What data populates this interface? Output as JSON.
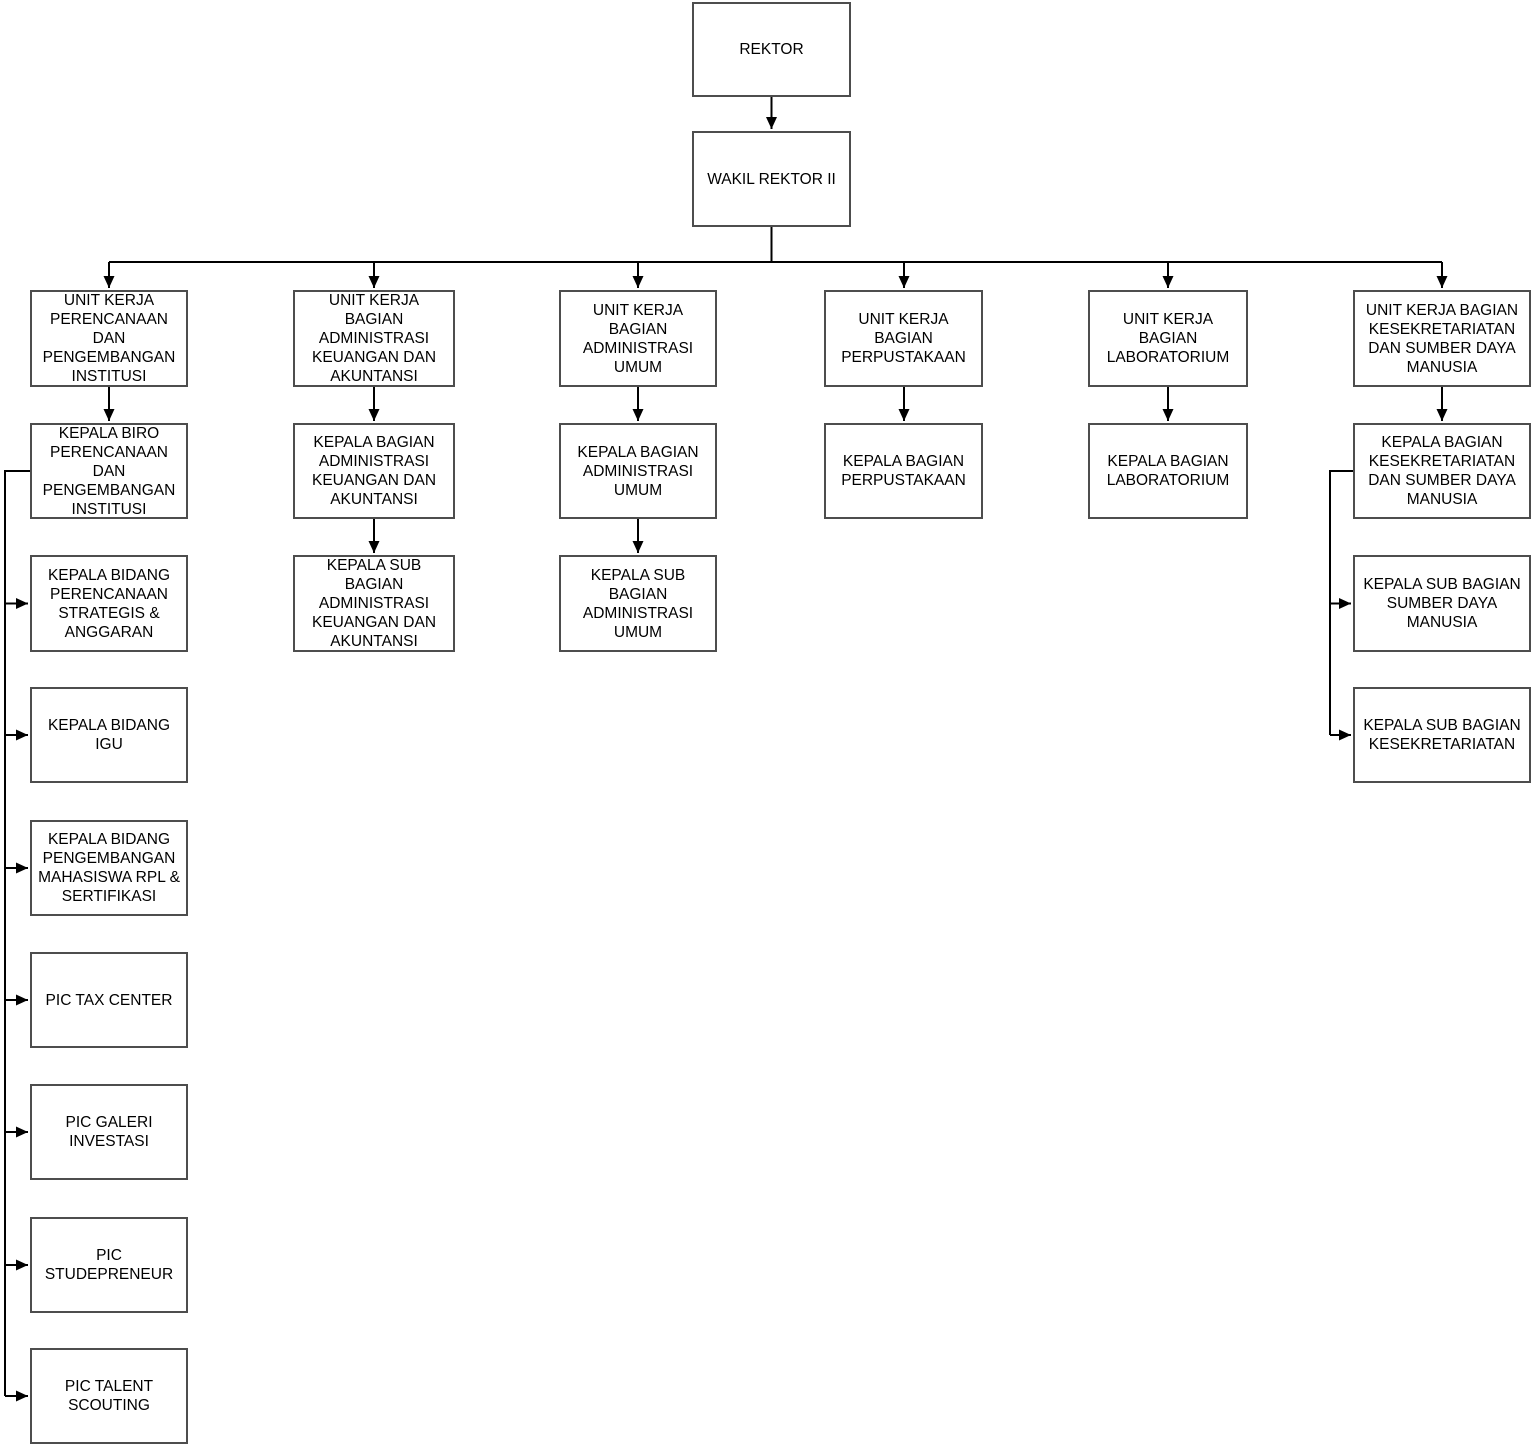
{
  "style": {
    "background": "#ffffff",
    "line_color": "#000000",
    "box_border_color": "#4d4d4d",
    "box_fill": "#ffffff",
    "text_color": "#000000"
  },
  "org": {
    "rektor": {
      "label": "REKTOR"
    },
    "wakil_rektor": {
      "label": "WAKIL REKTOR II"
    },
    "branches": [
      {
        "name": "perencanaan-dan-pengembangan-institusi",
        "nodes": [
          {
            "label": "UNIT KERJA\nPERENCANAAN\nDAN\nPENGEMBANGAN\nINSTITUSI"
          },
          {
            "label": "KEPALA BIRO\nPERENCANAAN\nDAN\nPENGEMBANGAN\nINSTITUSI"
          },
          {
            "label": "KEPALA BIDANG\nPERENCANAAN\nSTRATEGIS &\nANGGARAN"
          },
          {
            "label": "KEPALA BIDANG\nIGU"
          },
          {
            "label": "KEPALA BIDANG\nPENGEMBANGAN\nMAHASISWA RPL &\nSERTIFIKASI"
          },
          {
            "label": "PIC TAX CENTER"
          },
          {
            "label": "PIC GALERI\nINVESTASI"
          },
          {
            "label": "PIC\nSTUDEPRENEUR"
          },
          {
            "label": "PIC TALENT\nSCOUTING"
          }
        ]
      },
      {
        "name": "administrasi-keuangan-dan-akuntansi",
        "nodes": [
          {
            "label": "UNIT KERJA\nBAGIAN\nADMINISTRASI\nKEUANGAN DAN\nAKUNTANSI"
          },
          {
            "label": "KEPALA BAGIAN\nADMINISTRASI\nKEUANGAN DAN\nAKUNTANSI"
          },
          {
            "label": "KEPALA SUB\nBAGIAN\nADMINISTRASI\nKEUANGAN DAN\nAKUNTANSI"
          }
        ]
      },
      {
        "name": "administrasi-umum",
        "nodes": [
          {
            "label": "UNIT KERJA\nBAGIAN\nADMINISTRASI\nUMUM"
          },
          {
            "label": "KEPALA BAGIAN\nADMINISTRASI\nUMUM"
          },
          {
            "label": "KEPALA SUB\nBAGIAN\nADMINISTRASI\nUMUM"
          }
        ]
      },
      {
        "name": "perpustakaan",
        "nodes": [
          {
            "label": "UNIT KERJA\nBAGIAN\nPERPUSTAKAAN"
          },
          {
            "label": "KEPALA BAGIAN\nPERPUSTAKAAN"
          }
        ]
      },
      {
        "name": "laboratorium",
        "nodes": [
          {
            "label": "UNIT KERJA\nBAGIAN\nLABORATORIUM"
          },
          {
            "label": "KEPALA BAGIAN\nLABORATORIUM"
          }
        ]
      },
      {
        "name": "kesekretariatan-dan-sumber-daya-manusia",
        "nodes": [
          {
            "label": "UNIT KERJA BAGIAN\nKESEKRETARIATAN\nDAN SUMBER DAYA\nMANUSIA"
          },
          {
            "label": "KEPALA BAGIAN\nKESEKRETARIATAN\nDAN SUMBER DAYA\nMANUSIA"
          },
          {
            "label": "KEPALA SUB BAGIAN\nSUMBER DAYA\nMANUSIA"
          },
          {
            "label": "KEPALA SUB BAGIAN\nKESEKRETARIATAN"
          }
        ]
      }
    ]
  }
}
